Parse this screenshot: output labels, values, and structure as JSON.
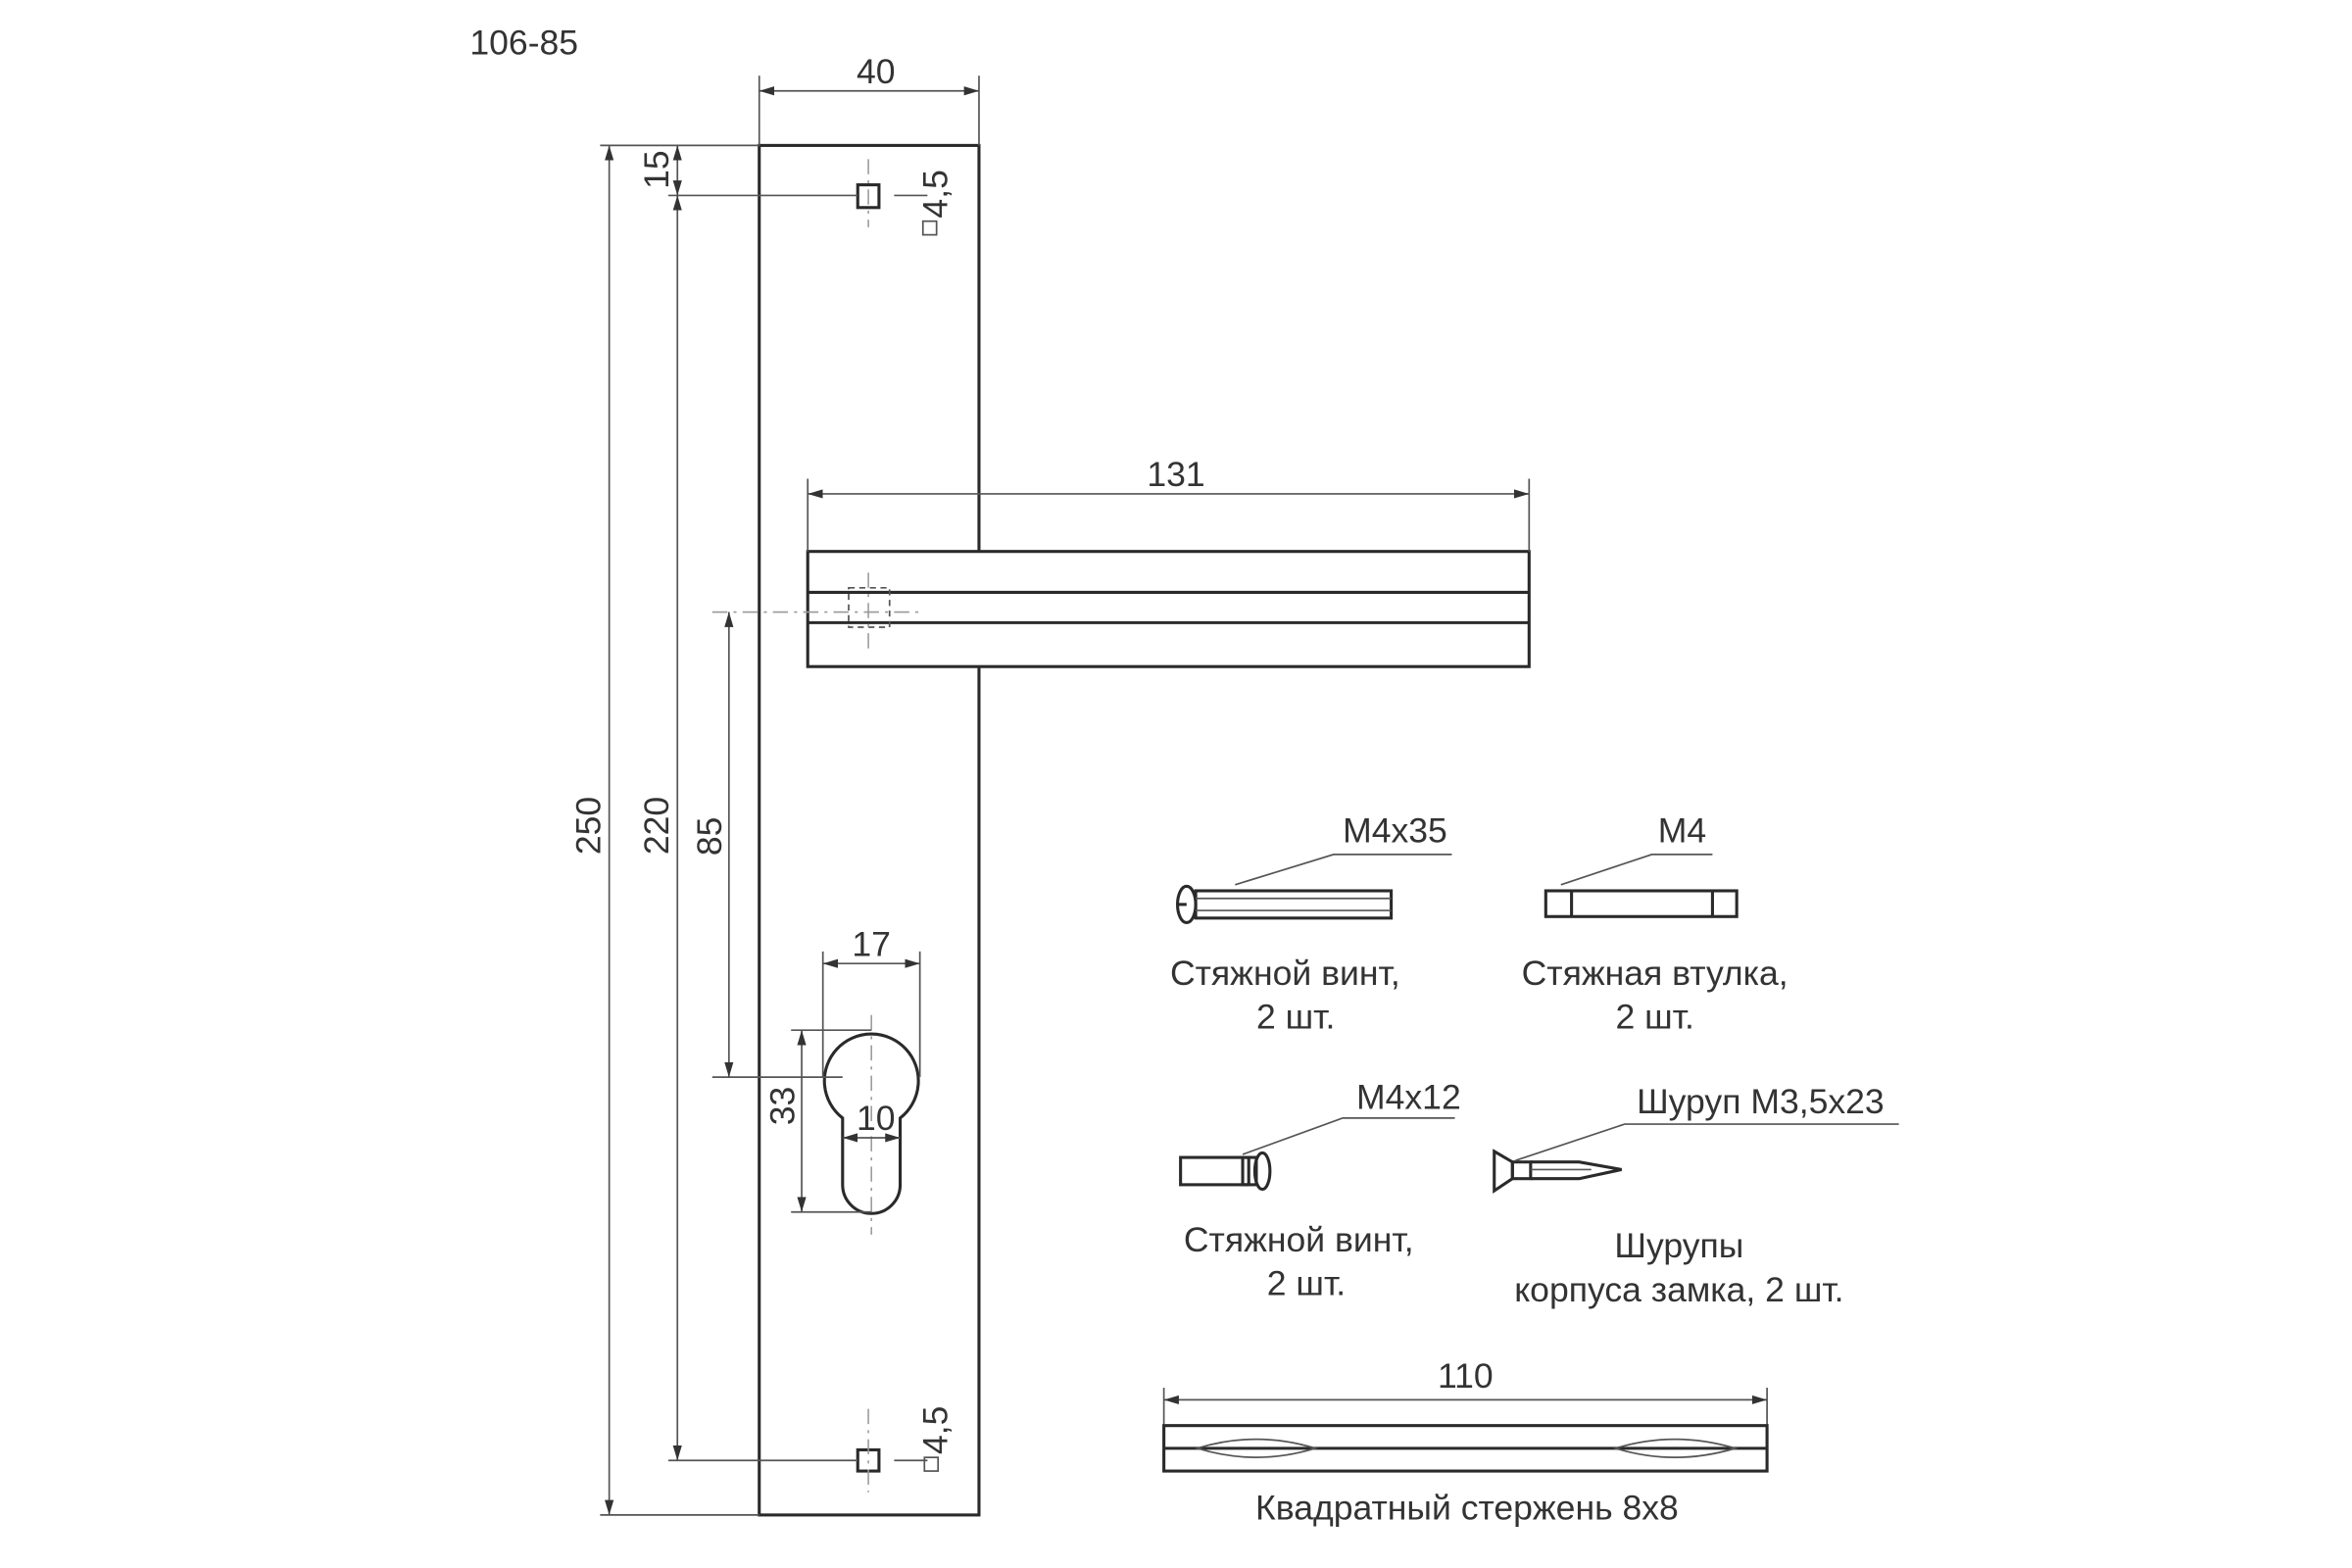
{
  "title": "106-85",
  "dimensions": {
    "plate_width": "40",
    "plate_height": "250",
    "screw_offset": "15",
    "screw_spacing": "220",
    "center_distance": "85",
    "hole_size_top": "4,5",
    "hole_size_bottom": "4,5",
    "handle_length": "131",
    "cylinder_width": "17",
    "cylinder_height": "33",
    "slot_width": "10",
    "spindle_length": "110"
  },
  "parts": [
    {
      "spec": "M4x35",
      "name": "Стяжной винт,",
      "qty": "2 шт."
    },
    {
      "spec": "M4",
      "name": "Стяжная втулка,",
      "qty": "2 шт."
    },
    {
      "spec": "M4x12",
      "name": "Стяжной винт,",
      "qty": "2 шт."
    },
    {
      "spec": "Шуруп М3,5x23",
      "name": "Шурупы",
      "qty": "корпуса замка, 2 шт."
    }
  ],
  "spindle": {
    "label": "Квадратный стержень 8x8"
  }
}
